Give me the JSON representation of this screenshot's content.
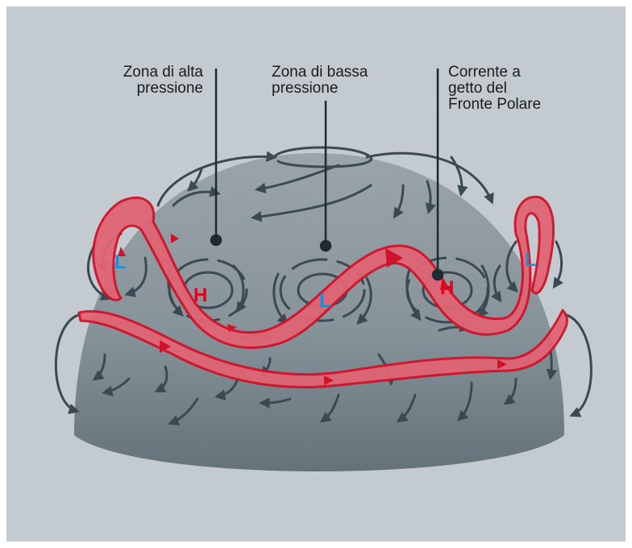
{
  "labels": {
    "high_pressure": [
      "Zona di alta",
      "pressione"
    ],
    "low_pressure": [
      "Zona di bassa",
      "pressione"
    ],
    "jet_stream": [
      "Corrente a",
      "getto del",
      "Fronte Polare"
    ]
  },
  "markers": {
    "high": "H",
    "low": "L"
  },
  "colors": {
    "background": "#c3cbd1",
    "globe_top": "#8e989e",
    "globe_bottom": "#6b767d",
    "jet_fill": "#e06474",
    "jet_stroke": "#d2122a",
    "arrow": "#3b4a52",
    "high_marker": "#e2001a",
    "low_marker": "#1a8fd8"
  }
}
